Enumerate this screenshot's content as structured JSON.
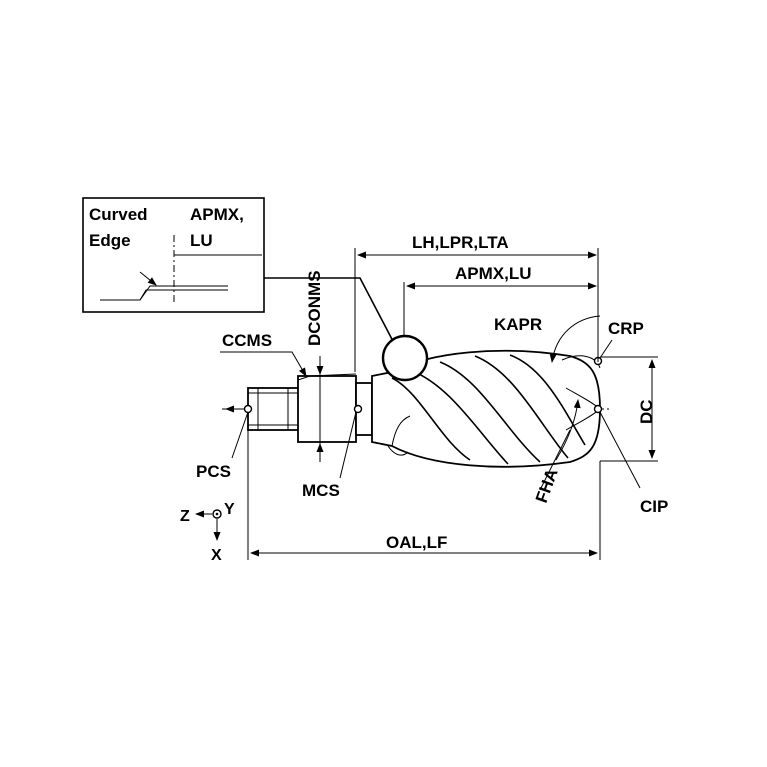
{
  "inset": {
    "label_curved": "Curved",
    "label_edge": "Edge",
    "label_apmx": "APMX,",
    "label_lu": "LU"
  },
  "labels": {
    "lh_lpr_lta": "LH,LPR,LTA",
    "apmx_lu": "APMX,LU",
    "dconms": "DCONMS",
    "ccms": "CCMS",
    "kapr": "KAPR",
    "crp": "CRP",
    "dc": "DC",
    "pcs": "PCS",
    "mcs": "MCS",
    "fha": "FHA",
    "cip": "CIP",
    "oal_lf": "OAL,LF"
  },
  "axes": {
    "z": "Z",
    "y": "Y",
    "x": "X"
  }
}
